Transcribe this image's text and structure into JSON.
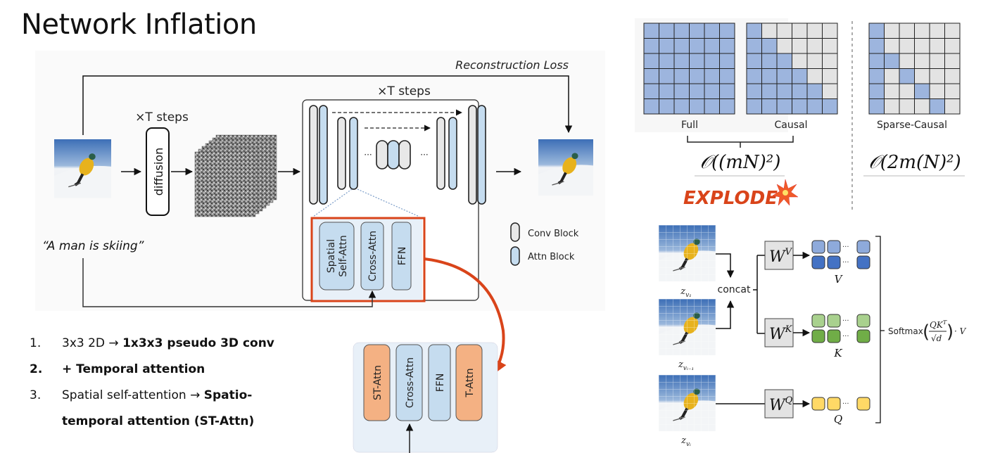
{
  "title": "Network Inflation",
  "left_diagram": {
    "reconstruction_loss": "Reconstruction Loss",
    "steps_label_diffusion": "×T steps",
    "diffusion_label": "diffusion",
    "steps_label_unet": "×T steps",
    "ellipsis": "···",
    "prompt": "“A man is skiing”",
    "legend": {
      "conv": "Conv Block",
      "attn": "Attn Block"
    },
    "transformer_block": {
      "spatial": "Spatial",
      "self_attn": "Self-Attn",
      "cross_attn": "Cross-Attn",
      "ffn": "FFN"
    },
    "inflated_block": {
      "st_attn": "ST-Attn",
      "cross_attn": "Cross-Attn",
      "ffn": "FFN",
      "t_attn": "T-Attn"
    }
  },
  "list": [
    {
      "num": "1.",
      "plain": "3x3 2D → ",
      "bold": "1x3x3 pseudo 3D conv",
      "num_bold": false
    },
    {
      "num": "2.",
      "plain": "",
      "bold": "+ Temporal attention",
      "num_bold": true
    },
    {
      "num": "3.",
      "plain": "Spatial self-attention → ",
      "bold": "Spatio-temporal attention (ST-Attn)",
      "num_bold": false
    }
  ],
  "attention_masks": {
    "full_label": "Full",
    "causal_label": "Causal",
    "sparse_label": "Sparse-Causal",
    "full_complexity": "𝒪((mN)²)",
    "sparse_complexity": "𝒪(2m(N)²)",
    "explode": "EXPLODE",
    "grid_size": 6,
    "colors": {
      "active": "#9db5de",
      "inactive": "#e3e3e3"
    }
  },
  "st_attention": {
    "frame_labels": [
      "z_{v_1}",
      "z_{v_{i-1}}",
      "z_{v_i}"
    ],
    "concat": "concat",
    "weights": [
      "W^V",
      "W^K",
      "W^Q"
    ],
    "outputs": [
      "V",
      "K",
      "Q"
    ],
    "formula": "Softmax",
    "colors": {
      "v_light": "#8eaadb",
      "v_dark": "#4472c4",
      "k_light": "#a9d18e",
      "k_dark": "#70ad47",
      "q": "#ffd966"
    }
  },
  "colors": {
    "accent": "#d9441a",
    "attn_block": "#c5dcef",
    "conv_block": "#e8e8e8",
    "orange_block": "#f4b183"
  }
}
